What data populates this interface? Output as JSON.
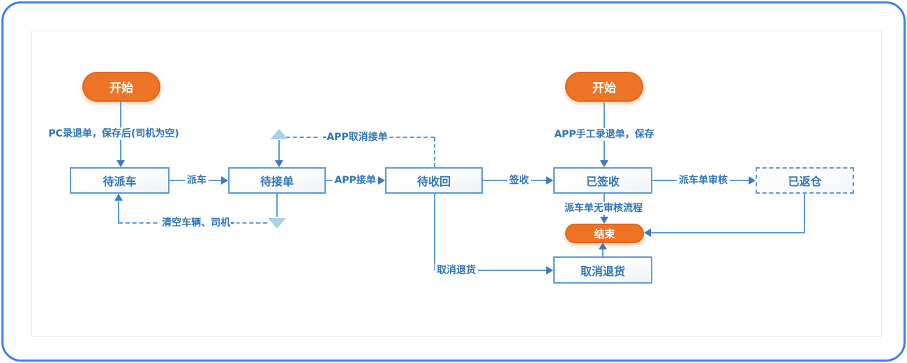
{
  "diagram": {
    "nodes": {
      "start_left": {
        "label": "开始",
        "type": "start"
      },
      "start_right": {
        "label": "开始",
        "type": "start"
      },
      "wait_dispatch": {
        "label": "待派车",
        "type": "state"
      },
      "wait_accept": {
        "label": "待接单",
        "type": "state"
      },
      "wait_collect": {
        "label": "待收回",
        "type": "state"
      },
      "signed": {
        "label": "已签收",
        "type": "state"
      },
      "returned": {
        "label": "已返仓",
        "type": "state-dashed"
      },
      "end": {
        "label": "结束",
        "type": "end"
      },
      "cancel_return": {
        "label": "取消退货",
        "type": "state"
      }
    },
    "edges": {
      "pc_entry": {
        "label": "PC录退单，保存后(司机为空)"
      },
      "dispatch": {
        "label": "派车"
      },
      "app_accept": {
        "label": "APP接单"
      },
      "sign": {
        "label": "签收"
      },
      "audit": {
        "label": "派车单审核"
      },
      "app_entry": {
        "label": "APP手工录退单，保存"
      },
      "no_audit": {
        "label": "派车单无审核流程"
      },
      "cancel_goods": {
        "label": "取消退货"
      },
      "app_cancel": {
        "label": "-APP取消接单"
      },
      "clear_vehicle": {
        "label": "清空车辆、司机-"
      }
    },
    "colors": {
      "accent_orange": "#ED7425",
      "orange_border": "#E3651B",
      "line_blue": "#5B9BD5",
      "arrow_blue": "#3E78C2",
      "pale_blue": "#ABD0EA",
      "text_blue": "#2E75B6",
      "frame_blue": "#3D7DF2"
    }
  }
}
